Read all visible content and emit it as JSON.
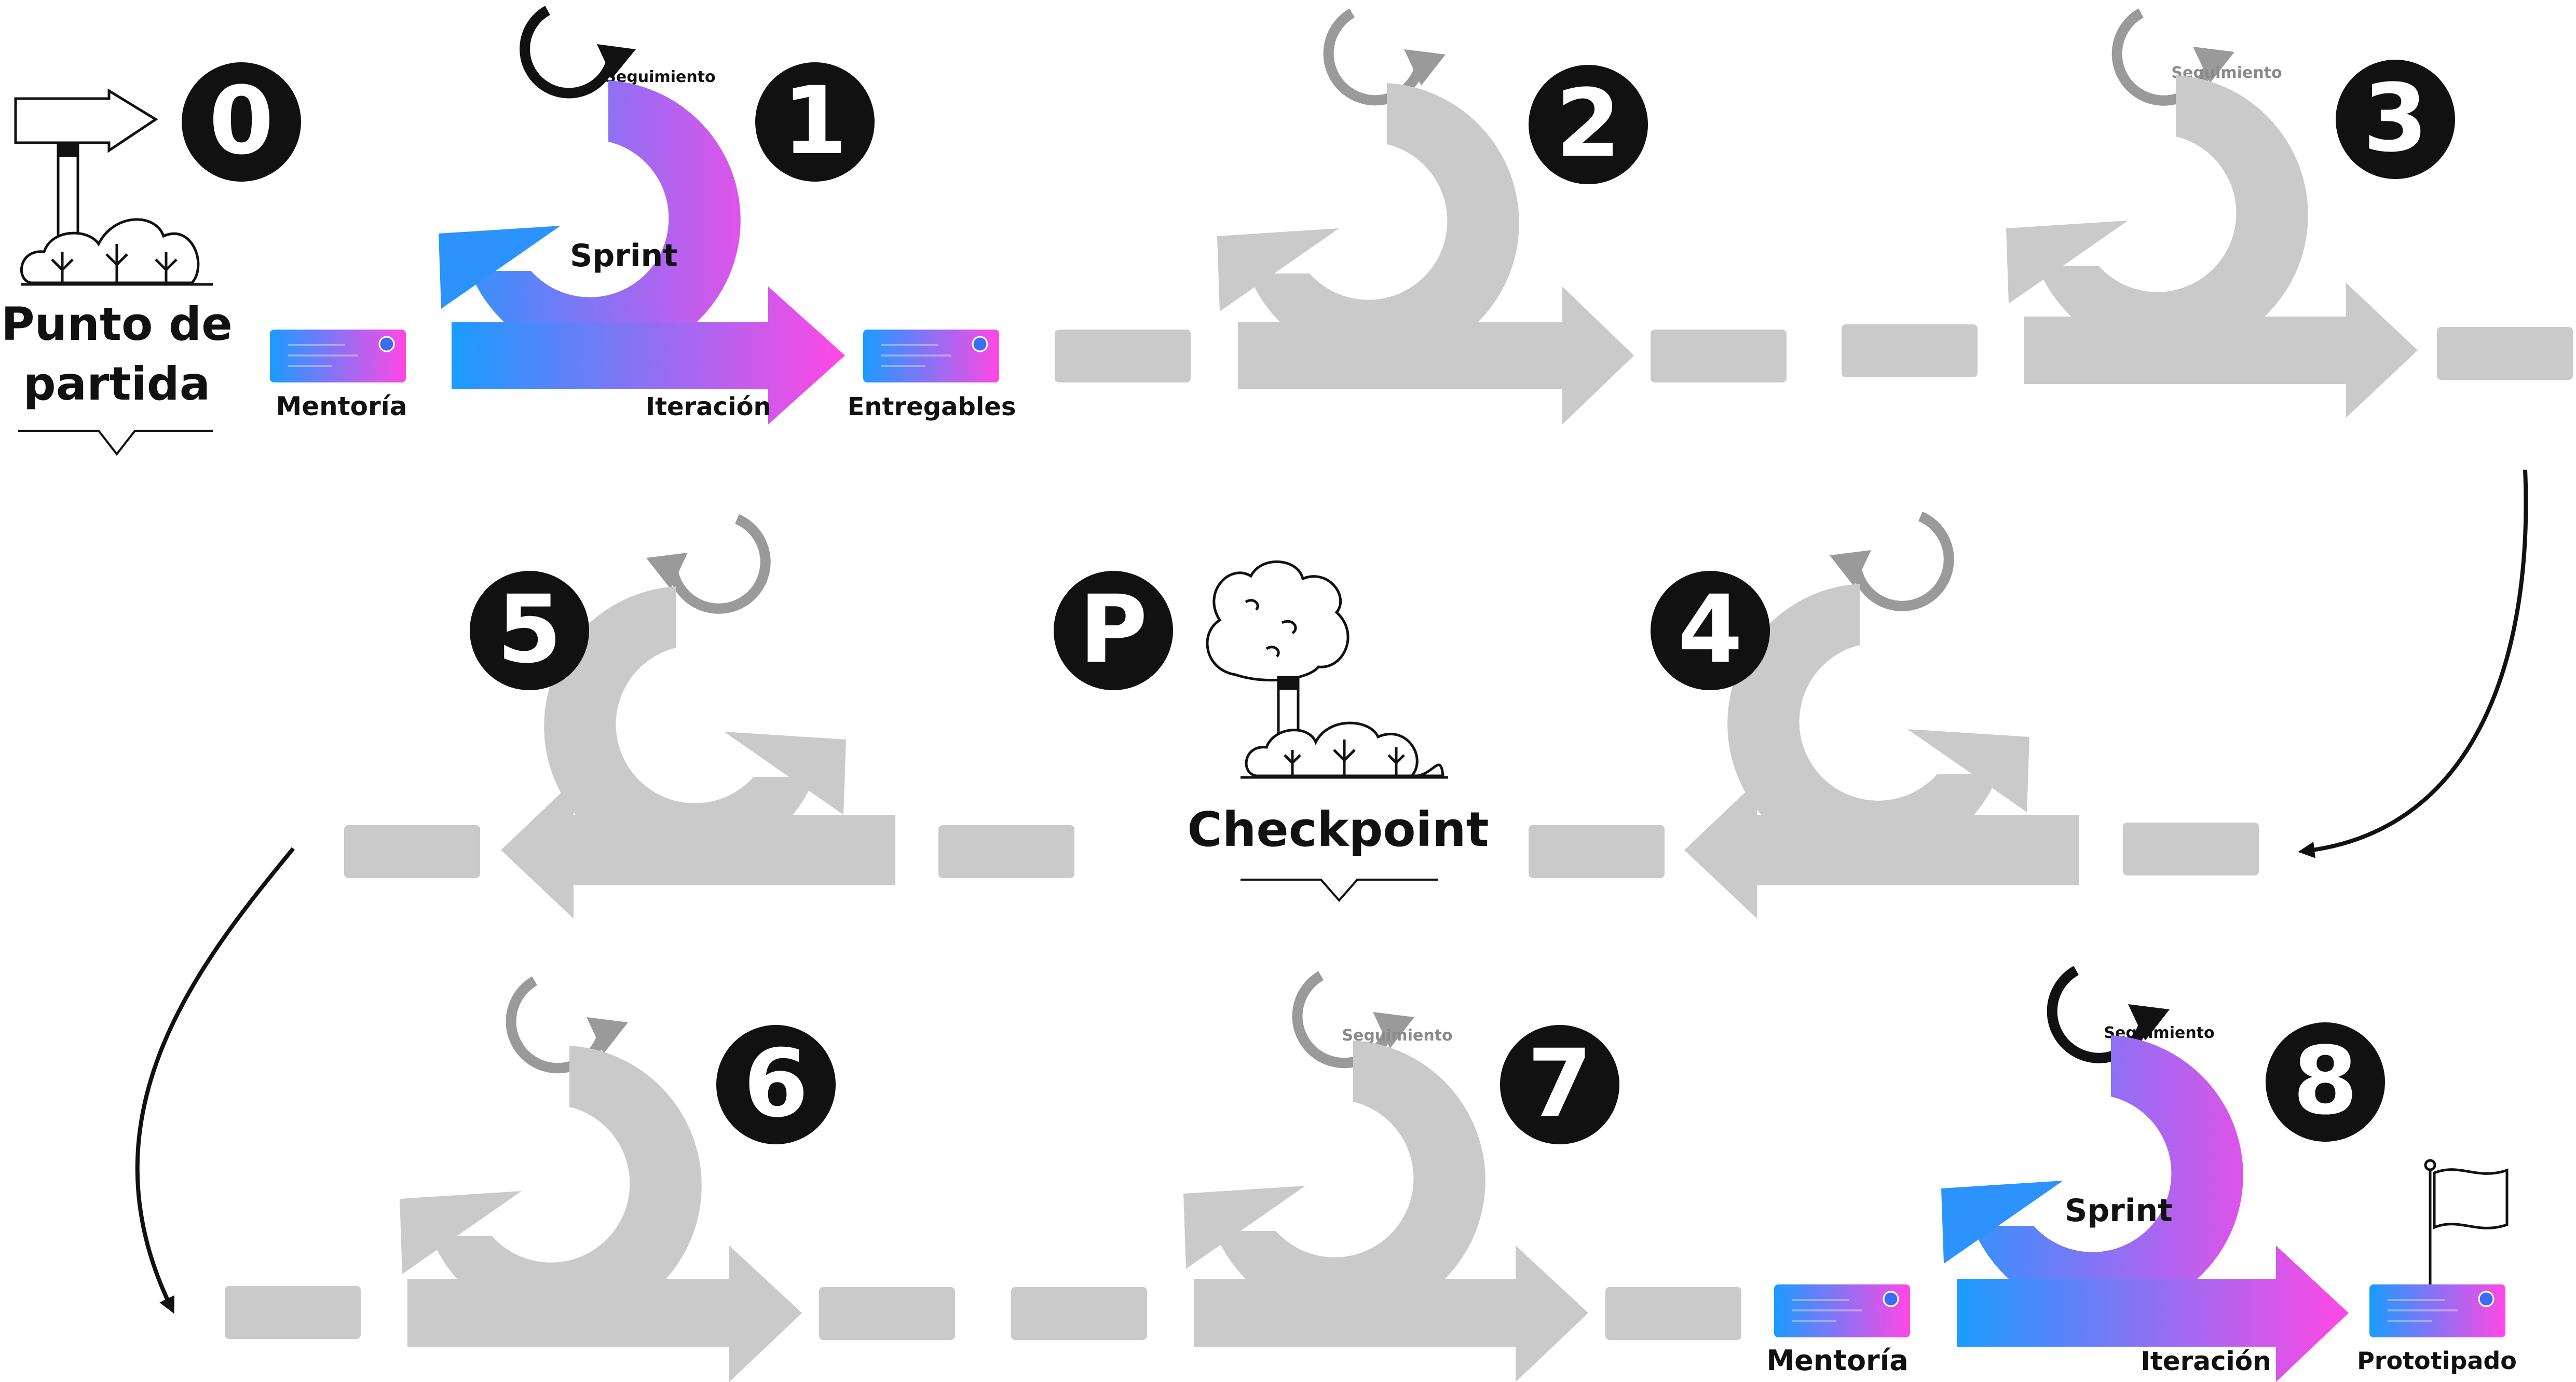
{
  "start": {
    "badge": "0",
    "title_line1": "Punto de",
    "title_line2": "partida"
  },
  "checkpoint": {
    "badge": "P",
    "title": "Checkpoint"
  },
  "steps": [
    {
      "number": "1",
      "loop_label": "Sprint",
      "follow_label": "Seguimiento",
      "arrow_label": "Iteración"
    },
    {
      "number": "2"
    },
    {
      "number": "3",
      "follow_label": "Seguimiento"
    },
    {
      "number": "4"
    },
    {
      "number": "5"
    },
    {
      "number": "6"
    },
    {
      "number": "7",
      "follow_label": "Seguimiento"
    },
    {
      "number": "8",
      "loop_label": "Sprint",
      "follow_label": "Seguimiento",
      "arrow_label": "Iteración"
    }
  ],
  "boxes": {
    "mentoria_1": "Mentoría",
    "entregables": "Entregables",
    "mentoria_2": "Mentoría",
    "prototipado": "Prototipado"
  },
  "colors": {
    "gradient_start": "#1a9cff",
    "gradient_mid": "#9a6cf2",
    "gradient_end": "#ff48e4",
    "inactive": "#cacaca",
    "badge": "#111111"
  }
}
